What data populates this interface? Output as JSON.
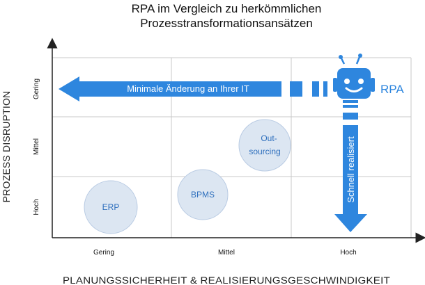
{
  "title": {
    "line1": "RPA im Vergleich zu herkömmlichen",
    "line2": "Prozesstransformationsansätzen"
  },
  "axes": {
    "x_title": "PLANUNGSSICHERHEIT & REALISIERUNGSGESCHWINDIGKEIT",
    "y_title": "PROZESS DISRUPTION",
    "x_ticks": [
      "Gering",
      "Mittel",
      "Hoch"
    ],
    "y_ticks": [
      "Gering",
      "Mittel",
      "Hoch"
    ]
  },
  "bubbles": [
    {
      "id": "erp",
      "label_lines": [
        "ERP"
      ]
    },
    {
      "id": "bpms",
      "label_lines": [
        "BPMS"
      ]
    },
    {
      "id": "outsourcing",
      "label_lines": [
        "Out-",
        "sourcing"
      ]
    }
  ],
  "rpa": {
    "label": "RPA",
    "left_arrow_text": "Minimale Änderung an Ihrer IT",
    "down_arrow_text": "Schnell realisiert"
  },
  "colors": {
    "accent": "#2e86de",
    "bubble_fill": "#dce6f2",
    "bubble_stroke": "#b9cbe3",
    "grid": "#c8c8c8",
    "axis": "#222222"
  },
  "icons": {
    "robot": "robot-icon"
  }
}
